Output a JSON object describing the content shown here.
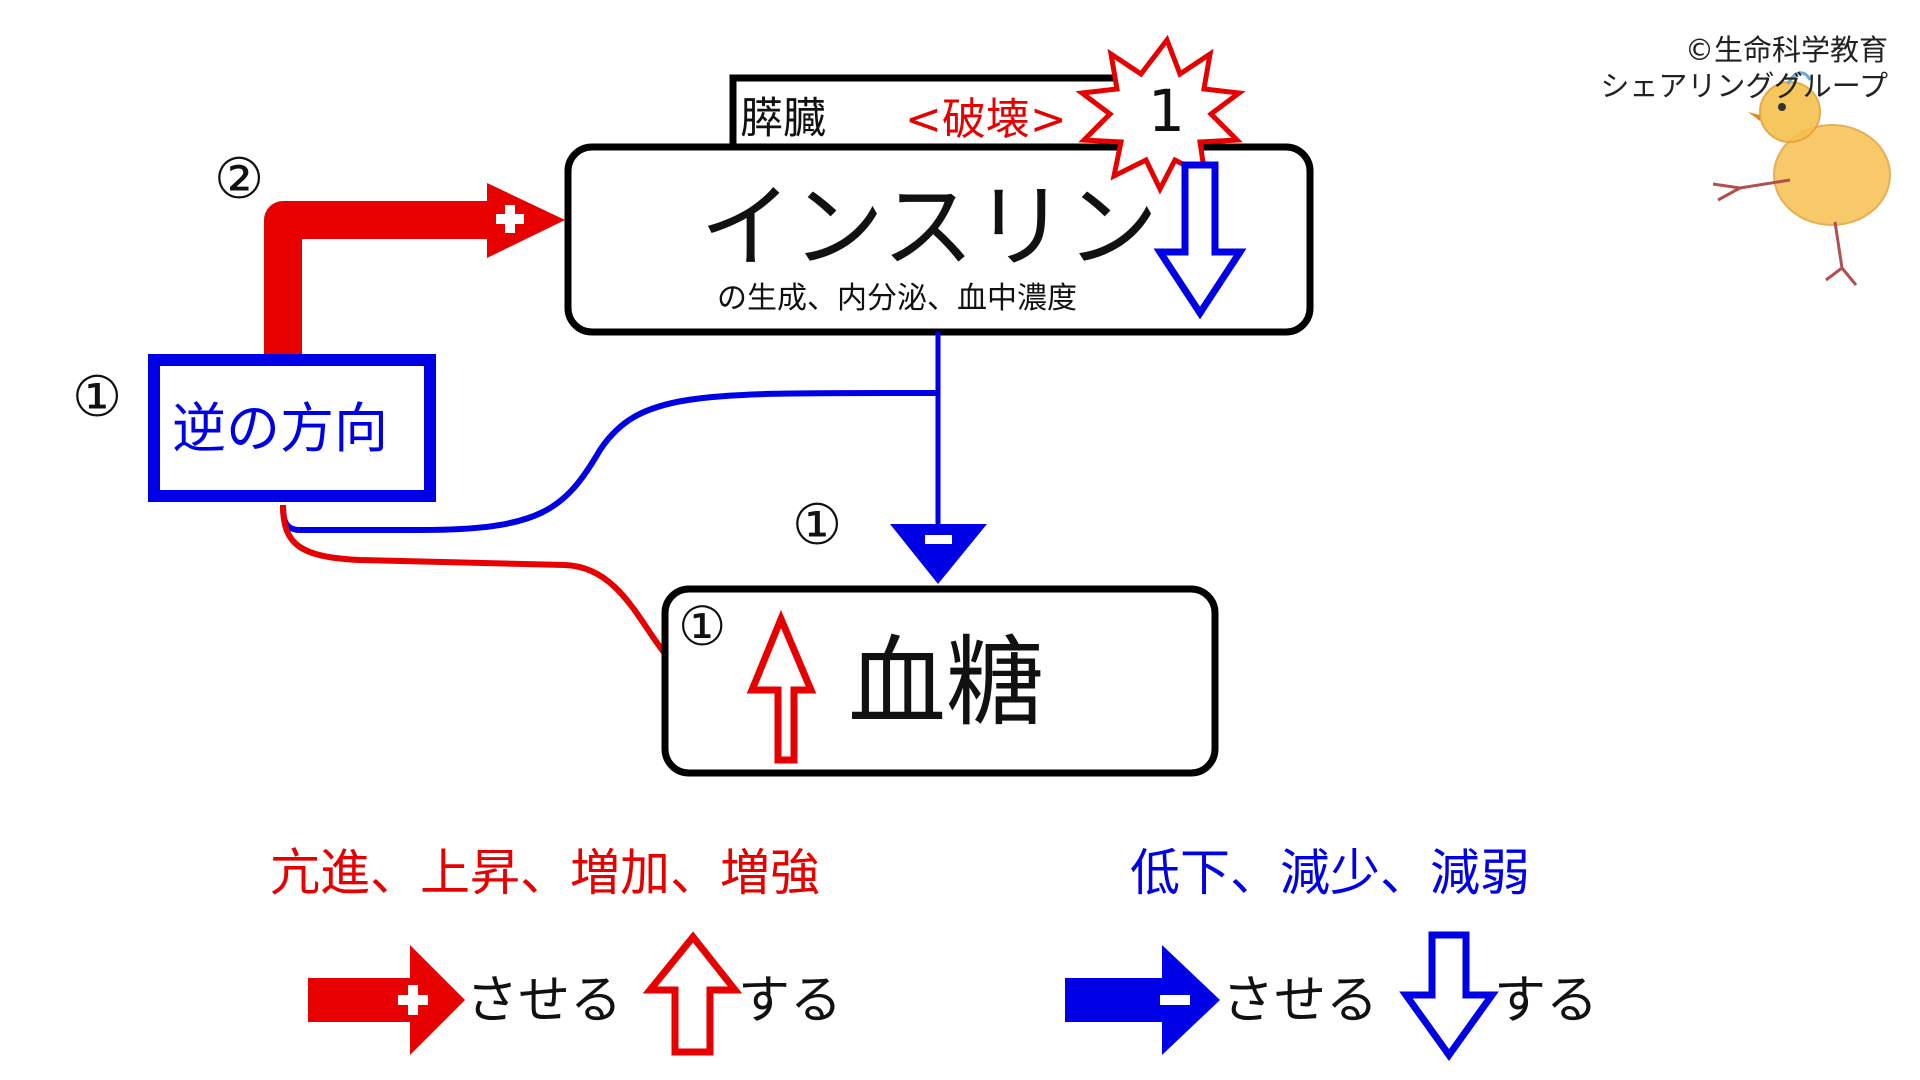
{
  "copyright": {
    "line1": "©生命科学教育",
    "line2": "シェアリンググループ"
  },
  "pancreas": {
    "label": "膵臓",
    "destroy": "<破壊>",
    "badge": "1"
  },
  "insulin": {
    "title": "インスリン",
    "subtitle": "の生成、内分泌、血中濃度"
  },
  "reverse_box": {
    "label": "逆の方向"
  },
  "blood_sugar": {
    "label": "血糖"
  },
  "markers": {
    "reverse": "①",
    "positive_arrow": "②",
    "minus_arrow": "①",
    "sugar_up": "①"
  },
  "legend": {
    "red_terms": "亢進、上昇、増加、増強",
    "blue_terms": "低下、減少、減弱",
    "red_promote": "させる",
    "red_up": "する",
    "blue_inhibit": "させる",
    "blue_down": "する"
  },
  "colors": {
    "positive": "#e60000",
    "negative": "#0000e6",
    "outline": "#000000"
  },
  "icons": {
    "explosion": "explosion-star-icon",
    "chick": "chick-drawing-icon"
  }
}
